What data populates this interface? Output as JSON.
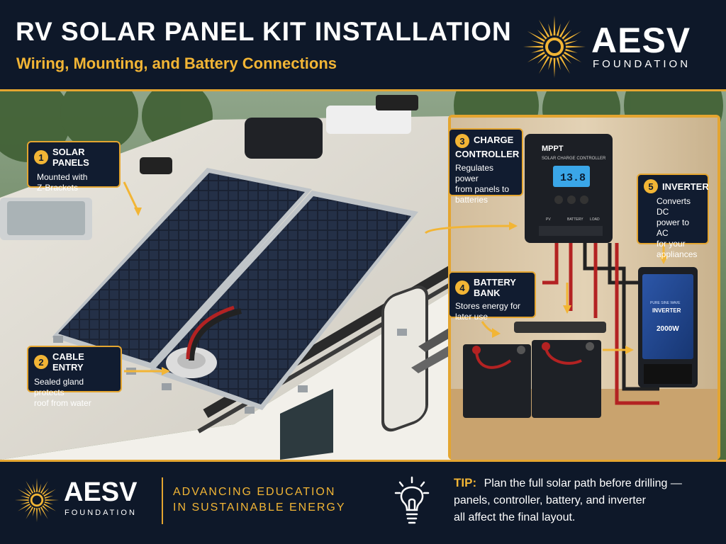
{
  "header": {
    "title": "RV SOLAR PANEL KIT INSTALLATION",
    "subtitle": "Wiring, Mounting, and Battery Connections",
    "brand": "AESV",
    "brand_sub": "FOUNDATION"
  },
  "callouts": [
    {
      "number": "1",
      "title": "SOLAR PANELS",
      "desc": [
        "Mounted with",
        "Z-Brackets"
      ]
    },
    {
      "number": "2",
      "title": "CABLE ENTRY",
      "desc": [
        "Sealed gland protects",
        "roof from water"
      ]
    },
    {
      "number": "3",
      "title_lines": [
        "CHARGE",
        "CONTROLLER"
      ],
      "desc": [
        "Regulates power",
        "from panels to",
        "batteries"
      ]
    },
    {
      "number": "4",
      "title": "BATTERY BANK",
      "desc": [
        "Stores energy for",
        "later use"
      ]
    },
    {
      "number": "5",
      "title": "INVERTER",
      "desc": [
        "Converts DC",
        "power to AC",
        "for your",
        "appliances"
      ]
    }
  ],
  "device_labels": {
    "controller_brand": "MPPT",
    "controller_sub": "SOLAR CHARGE CONTROLLER",
    "controller_display": "13.8",
    "terminal_pv": "PV",
    "terminal_battery": "BATTERY",
    "terminal_load": "LOAD",
    "inverter_sub": "PURE SINE WAVE",
    "inverter_name": "INVERTER",
    "inverter_watt": "2000W"
  },
  "footer": {
    "brand": "AESV",
    "brand_sub": "FOUNDATION",
    "mission_line1": "ADVANCING EDUCATION",
    "mission_line2": "IN SUSTAINABLE ENERGY",
    "tip_label": "TIP:",
    "tip_lines": [
      "Plan the full solar path before drilling —",
      "panels, controller, battery, and inverter",
      "all affect the final layout."
    ]
  },
  "colors": {
    "navy": "#0e1829",
    "gold": "#e4a530",
    "gold_text": "#f2b535"
  },
  "icons": [
    "sun-logo-icon",
    "lightbulb-icon"
  ]
}
